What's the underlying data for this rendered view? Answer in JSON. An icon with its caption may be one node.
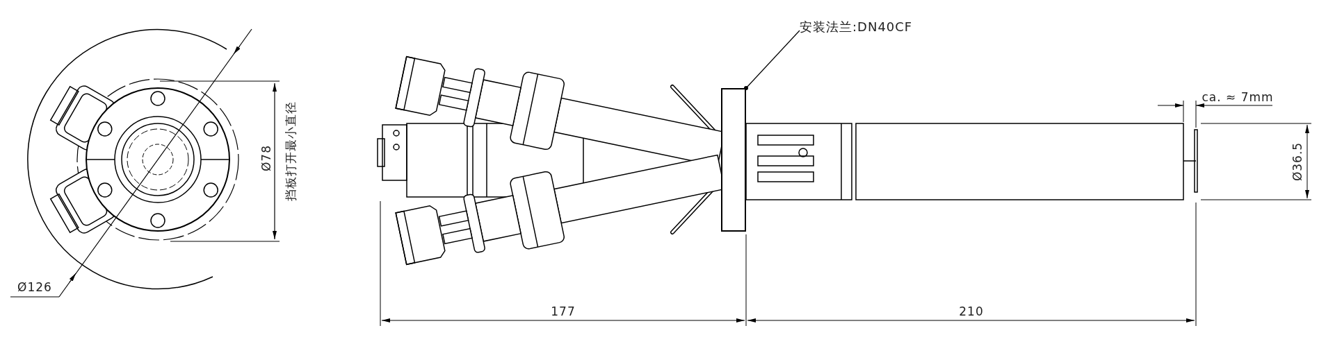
{
  "diagram": {
    "nodes": [
      {
        "text": [
          "安装法兰:DN40CF"
        ]
      },
      {
        "text": [],
        "shape": "box"
      }
    ],
    "edges": [
      {
        "from": 0,
        "to": 1,
        "arrow": "other"
      }
    ],
    "labels": [
      "Ø78",
      "挡板打开最小直径",
      "Ø126",
      "ca. ≈ 7mm",
      "Ø36.5",
      "177",
      "210"
    ]
  }
}
